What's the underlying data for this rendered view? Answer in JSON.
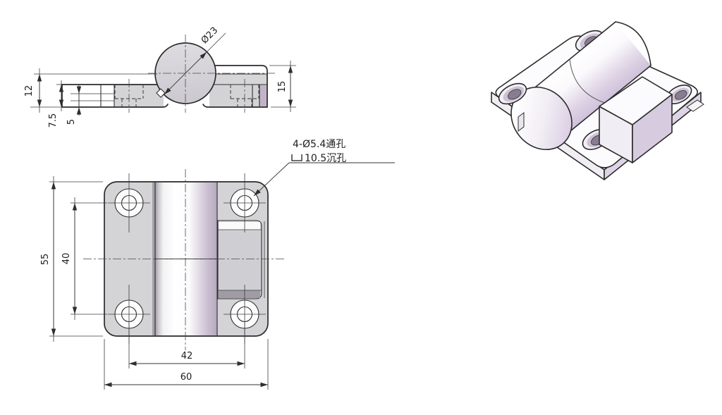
{
  "drawing_type": "engineering-drawing",
  "front_view": {
    "dims": {
      "diameter": "Ø23",
      "height_overall": "12",
      "height_step": "7.5",
      "height_base": "5",
      "right_height": "15"
    }
  },
  "plan_view": {
    "dims": {
      "plate_height": "55",
      "hole_spacing_vertical": "40",
      "hole_spacing_horizontal": "42",
      "plate_width": "60"
    },
    "hole_note": {
      "line1": "4-Ø5.4通孔",
      "symbol": "⌴",
      "line2": "10.5沉孔"
    }
  },
  "colors": {
    "line": "#2b2b2b",
    "part_gray": "#d4d3d6",
    "accent_purple": "#c3b3c9",
    "iso_lavender": "#d6c9e0",
    "background": "#ffffff"
  }
}
